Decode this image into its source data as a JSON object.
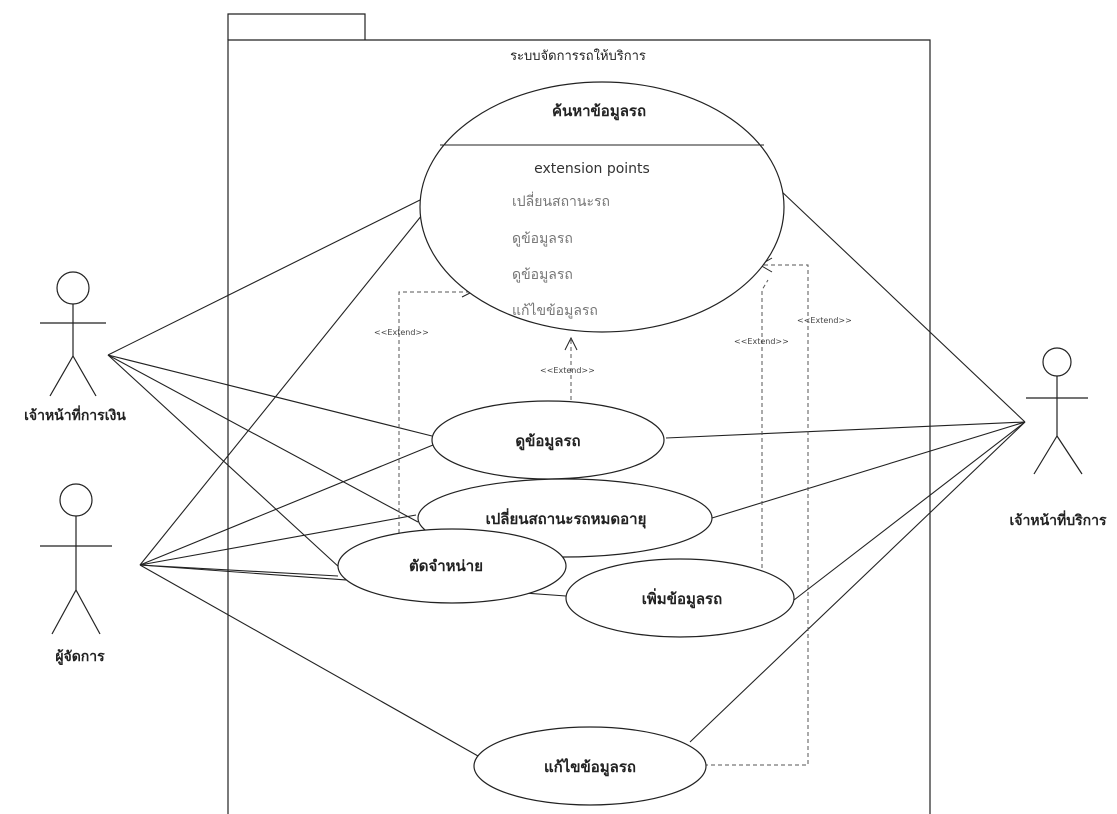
{
  "system": {
    "title": "ระบบจัดการรถให้บริการ"
  },
  "main_use_case": {
    "title": "ค้นหาข้อมูลรถ",
    "extension_header": "extension points",
    "extension_points": [
      "เปลี่ยนสถานะรถ",
      "ดูข้อมูลรถ",
      "ดูข้อมูลรถ",
      "แก้ไขข้อมูลรถ"
    ]
  },
  "use_cases": {
    "view": "ดูข้อมูลรถ",
    "change_status": "เปลี่ยนสถานะรถหมดอายุ",
    "add": "เพิ่มข้อมูลรถ",
    "dispose": "ตัดจำหน่าย",
    "edit": "แก้ไขข้อมูลรถ"
  },
  "actors": {
    "finance": "เจ้าหน้าที่การเงิน",
    "manager": "ผู้จัดการ",
    "service": "เจ้าหน้าที่บริการ"
  },
  "extend_label": "<<Extend>>"
}
